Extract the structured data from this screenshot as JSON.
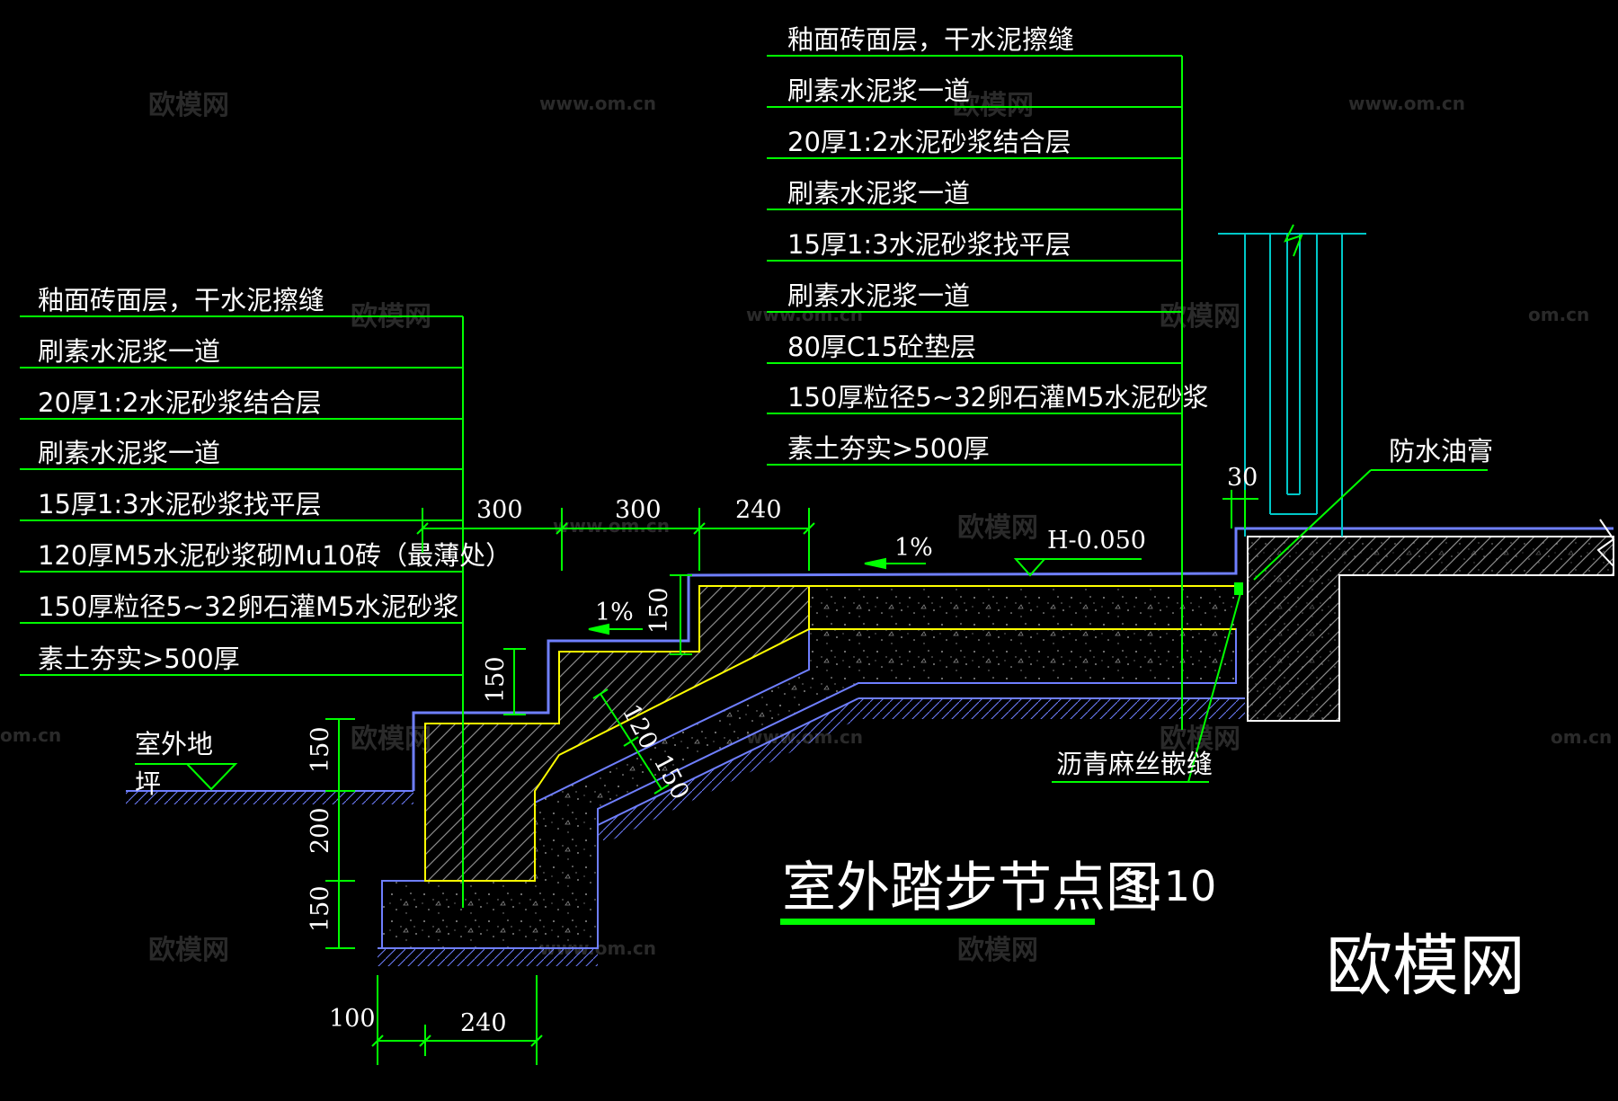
{
  "title": "室外踏步节点图",
  "scale": "1:10",
  "logo": "欧模网",
  "watermark": {
    "cn": "欧模网",
    "url": "www.om.cn",
    "url_fragment": "om.cn"
  },
  "left_layers": [
    "釉面砖面层，干水泥擦缝",
    "刷素水泥浆一道",
    "20厚1:2水泥砂浆结合层",
    "刷素水泥浆一道",
    "15厚1:3水泥砂浆找平层",
    "120厚M5水泥砂浆砌Mu10砖（最薄处）",
    "150厚粒径5~32卵石灌M5水泥砂浆",
    "素土夯实>500厚"
  ],
  "right_layers": [
    "釉面砖面层，干水泥擦缝",
    "刷素水泥浆一道",
    "20厚1:2水泥砂浆结合层",
    "刷素水泥浆一道",
    "15厚1:3水泥砂浆找平层",
    "刷素水泥浆一道",
    "80厚C15砼垫层",
    "150厚粒径5~32卵石灌M5水泥砂浆",
    "素土夯实>500厚"
  ],
  "annotations": {
    "waterproof": "防水油膏",
    "asphalt_joint": "沥青麻丝嵌缝",
    "elevation": "H-0.050",
    "outdoor_ground_1": "室外地",
    "outdoor_ground_2": "坪",
    "slope_top": "1%",
    "slope_step": "1%",
    "gap": "30"
  },
  "dimensions": {
    "top": [
      "300",
      "300",
      "240"
    ],
    "step_rise_1": "150",
    "step_rise_2": "150",
    "left_v": [
      "150",
      "200",
      "150"
    ],
    "bottom": [
      "100",
      "240"
    ],
    "slab": [
      "120",
      "150"
    ]
  },
  "colors": {
    "background": "#000000",
    "leader": "#00ff00",
    "outline": "#ffff00",
    "surface": "#6f7fff",
    "wall": "#00c8c8",
    "text": "#ffffff"
  }
}
